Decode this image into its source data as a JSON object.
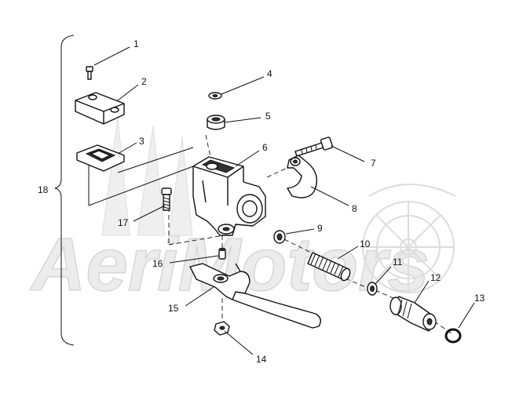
{
  "watermark": "AeriMotors",
  "callouts": [
    {
      "id": "part-1",
      "label": "1"
    },
    {
      "id": "part-2",
      "label": "2"
    },
    {
      "id": "part-3",
      "label": "3"
    },
    {
      "id": "part-4",
      "label": "4"
    },
    {
      "id": "part-5",
      "label": "5"
    },
    {
      "id": "part-6",
      "label": "6"
    },
    {
      "id": "part-7",
      "label": "7"
    },
    {
      "id": "part-8",
      "label": "8"
    },
    {
      "id": "part-9",
      "label": "9"
    },
    {
      "id": "part-10",
      "label": "10"
    },
    {
      "id": "part-11",
      "label": "11"
    },
    {
      "id": "part-12",
      "label": "12"
    },
    {
      "id": "part-13",
      "label": "13"
    },
    {
      "id": "part-14",
      "label": "14"
    },
    {
      "id": "part-15",
      "label": "15"
    },
    {
      "id": "part-16",
      "label": "16"
    },
    {
      "id": "part-17",
      "label": "17"
    },
    {
      "id": "part-18",
      "label": "18"
    }
  ]
}
